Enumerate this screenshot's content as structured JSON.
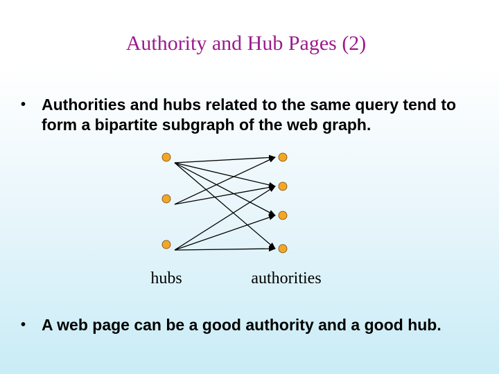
{
  "slide": {
    "title": "Authority and Hub Pages (2)",
    "title_color": "#9b1b8c"
  },
  "bullets": [
    {
      "marker": "•",
      "text": "Authorities and hubs related to the same query tend to form a bipartite subgraph of the web graph."
    },
    {
      "marker": "•",
      "text": "A web page can be a good authority and a good hub."
    }
  ],
  "diagram": {
    "node_color": "#f5a623",
    "edge_color": "#000000",
    "hubs_label": "hubs",
    "authorities_label": "authorities",
    "hubs": [
      {
        "id": "hub-1"
      },
      {
        "id": "hub-2"
      },
      {
        "id": "hub-3"
      }
    ],
    "authorities": [
      {
        "id": "authority-1"
      },
      {
        "id": "authority-2"
      },
      {
        "id": "authority-3"
      },
      {
        "id": "authority-4"
      }
    ],
    "edges": [
      {
        "from": "hub-1",
        "to": "authority-1"
      },
      {
        "from": "hub-1",
        "to": "authority-2"
      },
      {
        "from": "hub-1",
        "to": "authority-3"
      },
      {
        "from": "hub-1",
        "to": "authority-4"
      },
      {
        "from": "hub-2",
        "to": "authority-1"
      },
      {
        "from": "hub-2",
        "to": "authority-2"
      },
      {
        "from": "hub-3",
        "to": "authority-2"
      },
      {
        "from": "hub-3",
        "to": "authority-3"
      },
      {
        "from": "hub-3",
        "to": "authority-4"
      }
    ]
  }
}
